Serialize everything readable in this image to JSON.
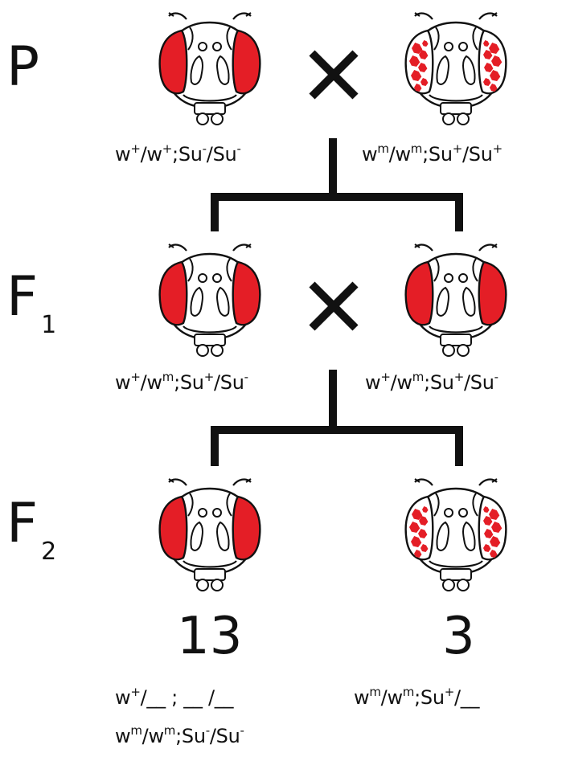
{
  "generations": {
    "p": {
      "label": "P",
      "sub": ""
    },
    "f1": {
      "label": "F",
      "sub": "1"
    },
    "f2": {
      "label": "F",
      "sub": "2"
    }
  },
  "colors": {
    "eye_red": "#e41e26",
    "ink": "#111111"
  },
  "p_generation": {
    "left_genotype": {
      "a": "w",
      "b": "+",
      "c": "/w",
      "d": "+",
      "e": ";Su",
      "f": "-",
      "g": "/Su",
      "h": "-"
    },
    "right_genotype": {
      "a": "w",
      "b": "m",
      "c": "/w",
      "d": "m",
      "e": ";Su",
      "f": "+",
      "g": "/Su",
      "h": "+"
    },
    "left_eye": "solid-red-eye-icon",
    "right_eye": "mottled-red-eye-icon",
    "cross_symbol": "×"
  },
  "f1_generation": {
    "left_genotype": {
      "a": "w",
      "b": "+",
      "c": "/w",
      "d": "m",
      "e": ";Su",
      "f": "+",
      "g": "/Su",
      "h": "-"
    },
    "right_genotype": {
      "a": "w",
      "b": "+",
      "c": "/w",
      "d": "m",
      "e": ";Su",
      "f": "+",
      "g": "/Su",
      "h": "-"
    },
    "left_eye": "solid-red-eye-icon",
    "right_eye": "solid-red-eye-icon",
    "cross_symbol": "×"
  },
  "f2_generation": {
    "left_count": "13",
    "right_count": "3",
    "left_genotype_1": {
      "a": "w",
      "b": "+",
      "c": "/__ ; __ /__"
    },
    "left_genotype_2": {
      "a": "w",
      "b": "m",
      "c": "/w",
      "d": "m",
      "e": ";Su",
      "f": "-",
      "g": "/Su",
      "h": "-"
    },
    "right_genotype": {
      "a": "w",
      "b": "m",
      "c": "/w",
      "d": "m",
      "e": ";Su",
      "f": "+",
      "g": "/__"
    },
    "left_eye": "solid-red-eye-icon",
    "right_eye": "mottled-red-eye-icon"
  }
}
